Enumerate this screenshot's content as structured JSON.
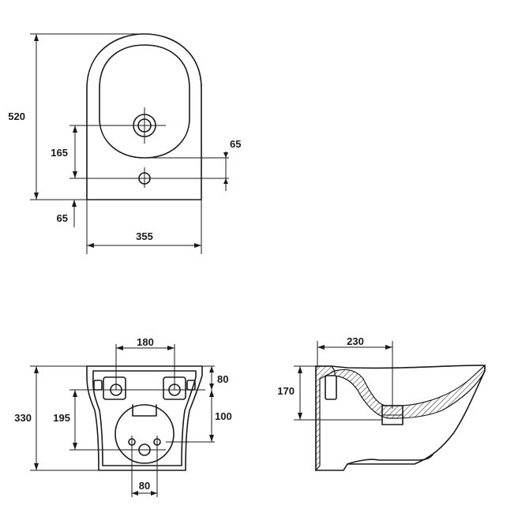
{
  "top_view": {
    "length": "520",
    "width": "355",
    "hole_to_fixing": "165",
    "fixing_offset_right": "65",
    "fixing_offset_bottom": "65"
  },
  "back_view": {
    "fixing_spacing": "180",
    "fixing_from_top": "80",
    "height": "330",
    "fixing_to_outlet": "195",
    "outlet_from_fixing": "100",
    "outlet_spacing": "80"
  },
  "side_view": {
    "depth_to_outlet": "230",
    "outlet_height": "170"
  }
}
